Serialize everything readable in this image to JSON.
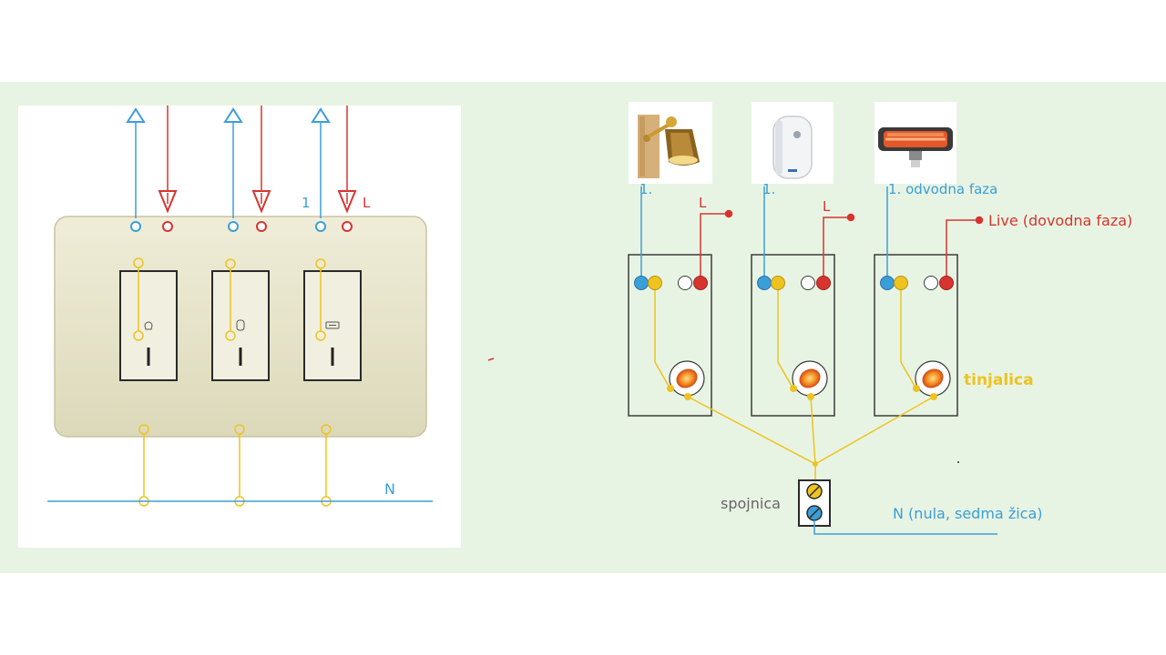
{
  "colors": {
    "band": "#e8f4e3",
    "phase_out": "#3a9fd8",
    "live": "#d8342f",
    "lamp_wire": "#eec320",
    "neutral": "#3a9fd8",
    "plate": "#e9e7cf",
    "box": "#3b3b3b"
  },
  "left": {
    "out_label": "1",
    "live_label": "L",
    "neutral_label": "N",
    "switches": [
      {
        "icon": "lamp-icon"
      },
      {
        "icon": "boiler-icon"
      },
      {
        "icon": "heater-icon"
      }
    ]
  },
  "right": {
    "devices": [
      {
        "icon": "wall-spotlight-icon",
        "out_label": "1.",
        "live_label": "L"
      },
      {
        "icon": "water-heater-icon",
        "out_label": "1.",
        "live_label": "L"
      },
      {
        "icon": "infrared-heater-icon",
        "out_label": "1. odvodna faza",
        "live_label": "Live (dovodna faza)"
      }
    ],
    "indicator_label": "tinjalica",
    "connector_label": "spojnica",
    "neutral_label": "N (nula, sedma žica)"
  }
}
